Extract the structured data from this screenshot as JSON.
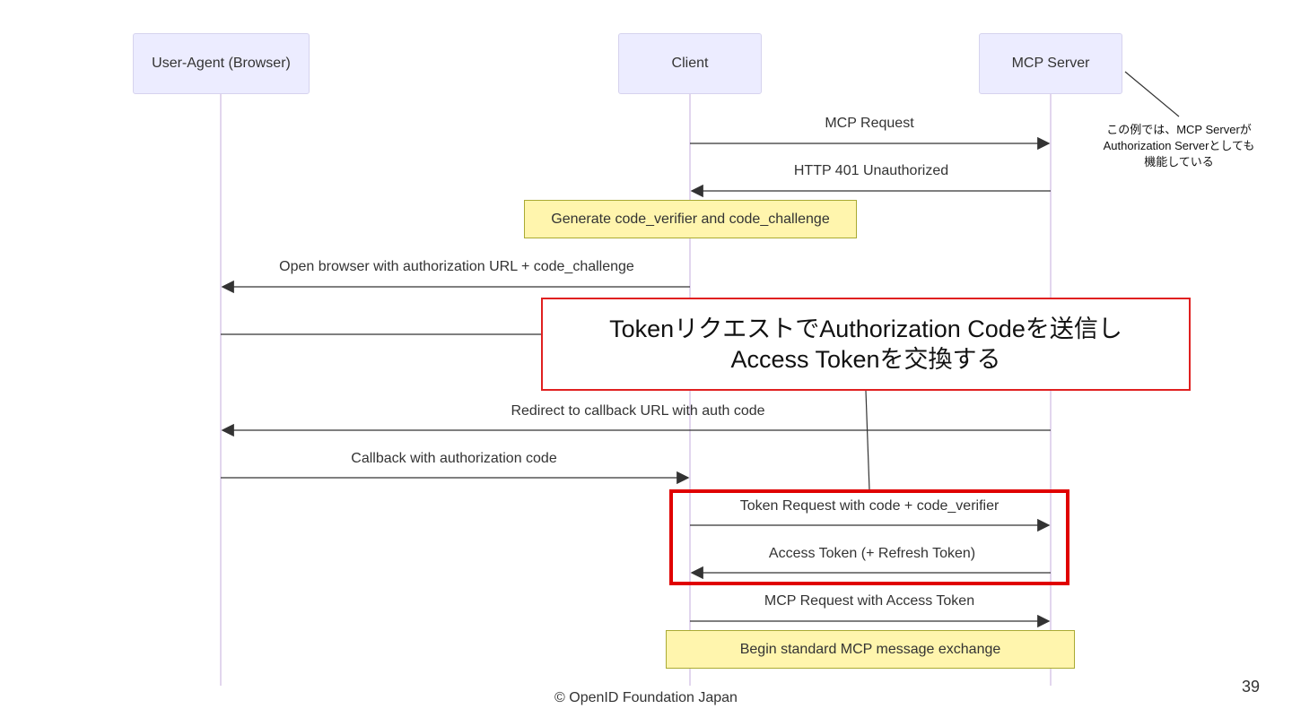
{
  "participants": {
    "user_agent": "User-Agent (Browser)",
    "client": "Client",
    "server": "MCP Server"
  },
  "messages": {
    "mcp_request": "MCP Request",
    "http_401": "HTTP 401 Unauthorized",
    "open_browser": "Open browser with authorization URL + code_challenge",
    "redirect_callback": "Redirect to callback URL with auth code",
    "callback_code": "Callback with authorization code",
    "token_request": "Token Request with code + code_verifier",
    "access_token": "Access Token (+ Refresh Token)",
    "mcp_request_token": "MCP Request with Access Token"
  },
  "notes": {
    "generate": "Generate code_verifier and code_challenge",
    "begin": "Begin standard MCP message exchange"
  },
  "callout": {
    "line1": "TokenリクエストでAuthorization Codeを送信し",
    "line2": "Access Tokenを交換する"
  },
  "side_note": {
    "line1": "この例では、MCP Serverが",
    "line2": "Authorization Serverとしても",
    "line3": "機能している"
  },
  "footer": "© OpenID Foundation Japan",
  "page_number": "39",
  "colors": {
    "participant_fill": "#ececff",
    "lifeline": "#d9c9e8",
    "note_fill": "#fff5ad",
    "highlight": "#e00000"
  }
}
